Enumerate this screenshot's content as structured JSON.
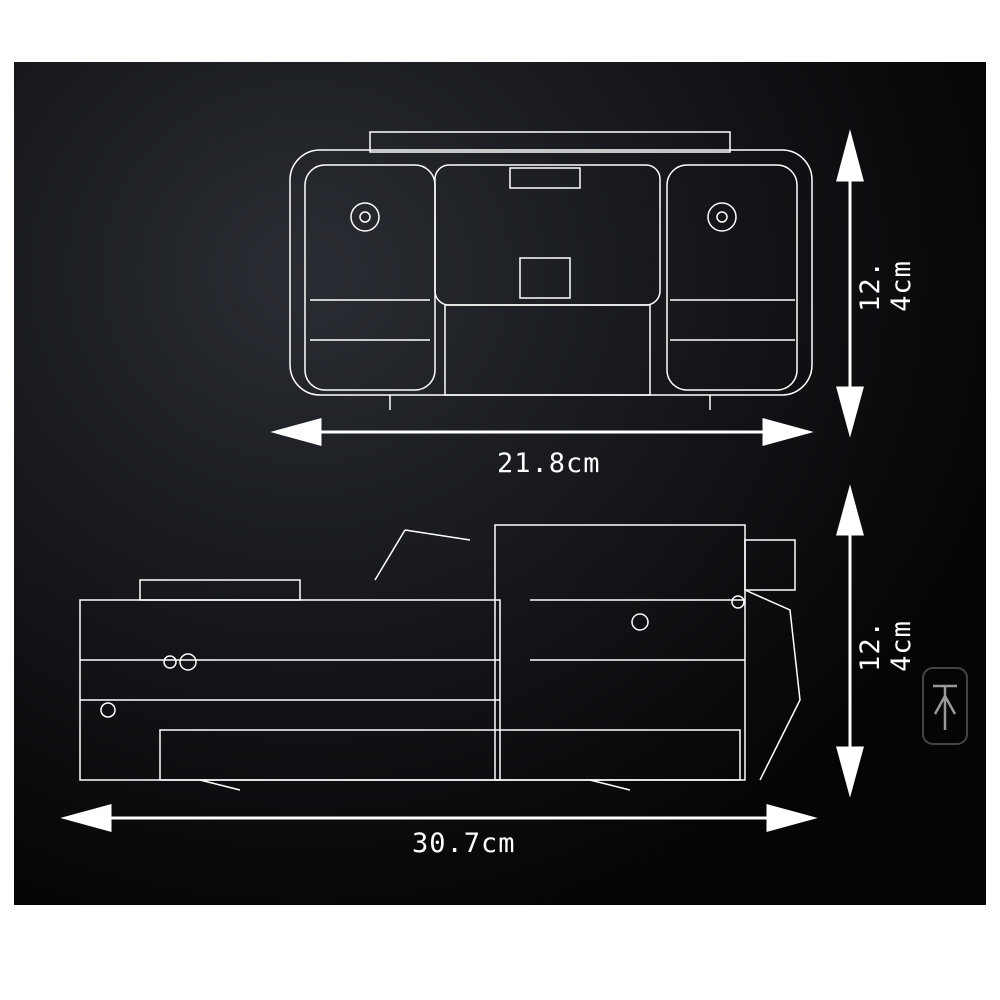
{
  "front_view": {
    "width_label": "21.8cm",
    "height_label": "12. 4cm"
  },
  "side_view": {
    "length_label": "30.7cm",
    "height_label": "12. 4cm"
  },
  "brand_logo": "logo-emblem",
  "colors": {
    "background": "#0a0b0d",
    "line": "#ffffff"
  }
}
